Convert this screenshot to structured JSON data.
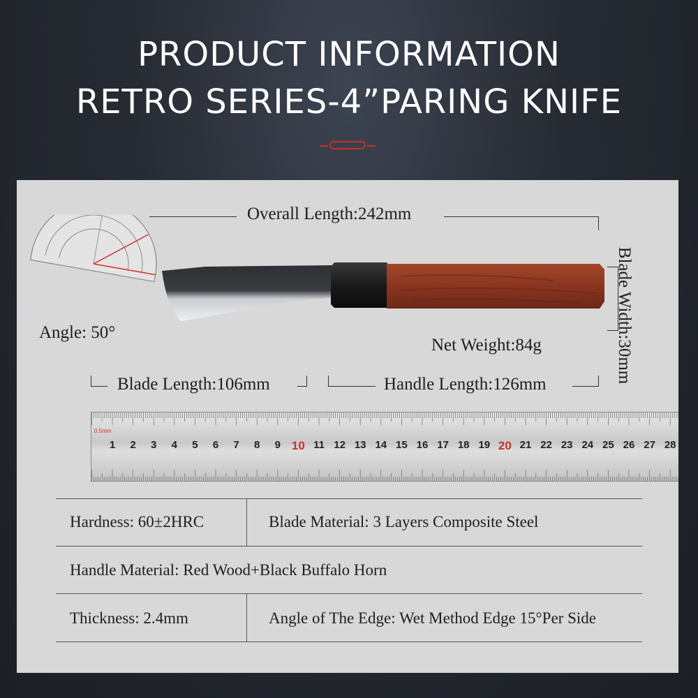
{
  "header": {
    "title_line1": "PRODUCT INFORMATION",
    "title_line2": "RETRO SERIES-4”PARING KNIFE"
  },
  "dimensions": {
    "overall_length": "Overall Length:242mm",
    "blade_width": "Blade Width:30mm",
    "angle": "Angle: 50°",
    "net_weight": "Net Weight:84g",
    "blade_length": "Blade Length:106mm",
    "handle_length": "Handle Length:126mm"
  },
  "ruler": {
    "unit_label": "0.5mm",
    "numbers": [
      "1",
      "2",
      "3",
      "4",
      "5",
      "6",
      "7",
      "8",
      "9",
      "10",
      "11",
      "12",
      "13",
      "14",
      "15",
      "16",
      "17",
      "18",
      "19",
      "20",
      "21",
      "22",
      "23",
      "24",
      "25",
      "26",
      "27",
      "28"
    ],
    "highlight_numbers": [
      "10",
      "20"
    ]
  },
  "specs": {
    "hardness": "Hardness:  60±2HRC",
    "blade_material": "Blade Material:  3 Layers Composite Steel",
    "handle_material": "Handle Material:  Red Wood+Black Buffalo Horn",
    "thickness": "Thickness:  2.4mm",
    "edge_angle": "Angle of The Edge:  Wet Method Edge 15°Per Side"
  },
  "colors": {
    "accent_red": "#c8302c",
    "handle_wood": "#8e3b24",
    "panel": "#d8d8d8"
  }
}
